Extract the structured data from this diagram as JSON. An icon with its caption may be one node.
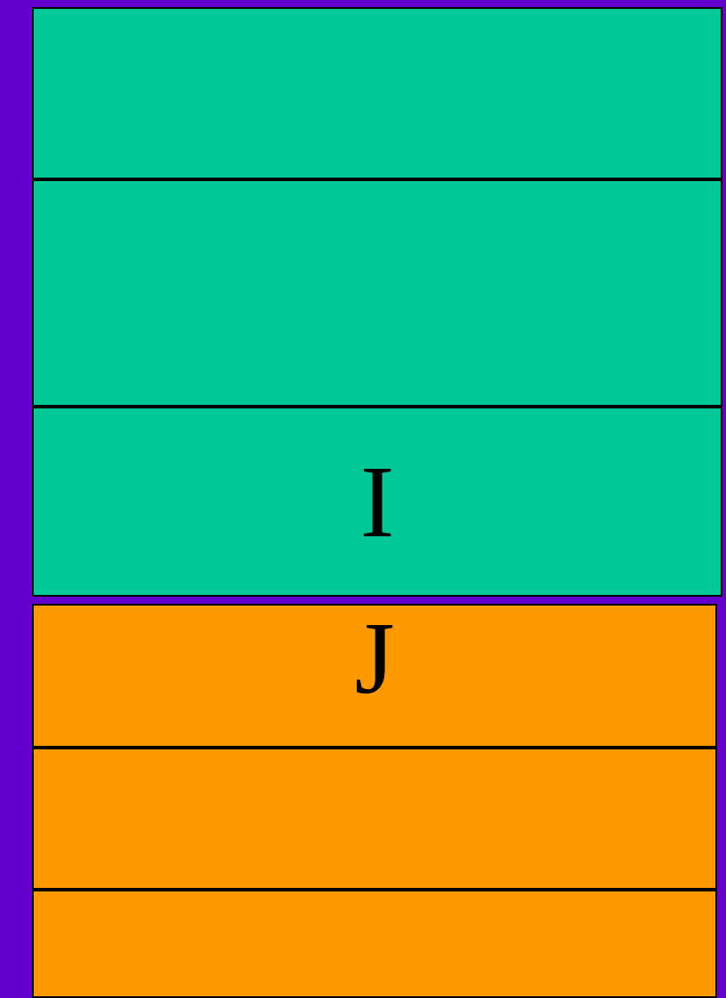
{
  "diagram": {
    "nodes": [
      {
        "text": [],
        "shape": "box"
      },
      {
        "text": [],
        "shape": "bar",
        "in": 0
      },
      {
        "text": [],
        "shape": "bar",
        "in": 0
      },
      {
        "text": [
          "I"
        ],
        "in": 0
      },
      {
        "text": [],
        "shape": "box"
      },
      {
        "text": [
          "J"
        ],
        "in": 4
      },
      {
        "text": [],
        "shape": "bar",
        "in": 4
      },
      {
        "text": [],
        "shape": "bar",
        "in": 4
      }
    ]
  }
}
